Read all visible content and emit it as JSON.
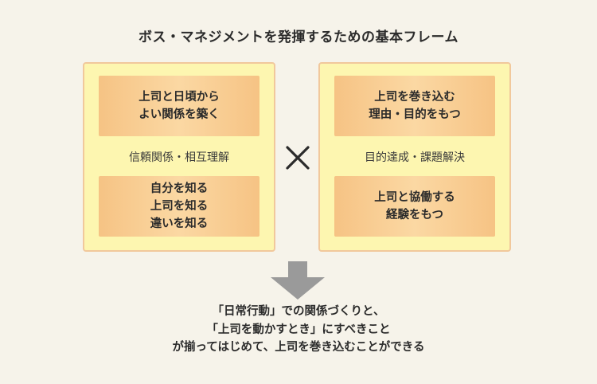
{
  "title": "ボス・マネジメントを発揮するための基本フレーム",
  "left_panel": {
    "top_box": [
      "上司と日頃から",
      "よい関係を築く"
    ],
    "caption": "信頼関係・相互理解",
    "bottom_box": [
      "自分を知る",
      "上司を知る",
      "違いを知る"
    ]
  },
  "right_panel": {
    "top_box": [
      "上司を巻き込む",
      "理由・目的をもつ"
    ],
    "caption": "目的達成・課題解決",
    "bottom_box": [
      "上司と協働する",
      "経験をもつ"
    ]
  },
  "summary": [
    "「日常行動」での関係づくりと、",
    "「上司を動かすとき」にすべきこと",
    "が揃ってはじめて、上司を巻き込むことができる"
  ],
  "colors": {
    "panel_fill": "#fdf6b0",
    "panel_border": "#f1c89c",
    "box_fill": "#f6c384",
    "arrow": "#9a9a9a",
    "background": "#f6f3ea"
  },
  "icons": {
    "cross": "multiply-icon",
    "arrow": "down-arrow-icon"
  }
}
